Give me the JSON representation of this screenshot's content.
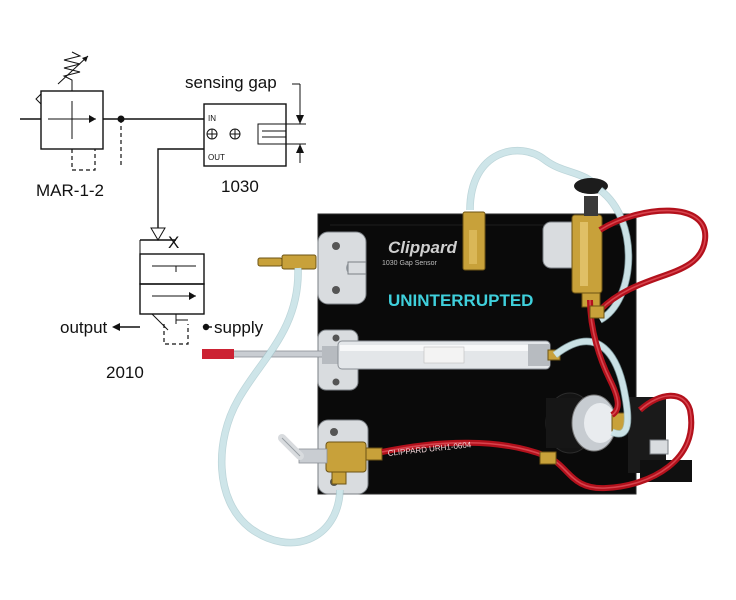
{
  "schematic": {
    "regulator_label": "MAR-1-2",
    "sensor_label": "1030",
    "sensor_port_in": "IN",
    "sensor_port_out": "OUT",
    "sensing_gap_label": "sensing gap",
    "valve_label": "2010",
    "valve_pilot_label": "X",
    "output_label": "output",
    "supply_label": "supply"
  },
  "photo": {
    "panel_brand": "Clippard",
    "panel_subtitle": "1030 Gap Sensor",
    "overlay_text": "UNINTERRUPTED",
    "overlay_color": "#3fd0dc",
    "tube_print": "CLIPPARD URH1-0604",
    "panel_color": "#0a0a0a",
    "tube_red_color": "#b3111c"
  }
}
